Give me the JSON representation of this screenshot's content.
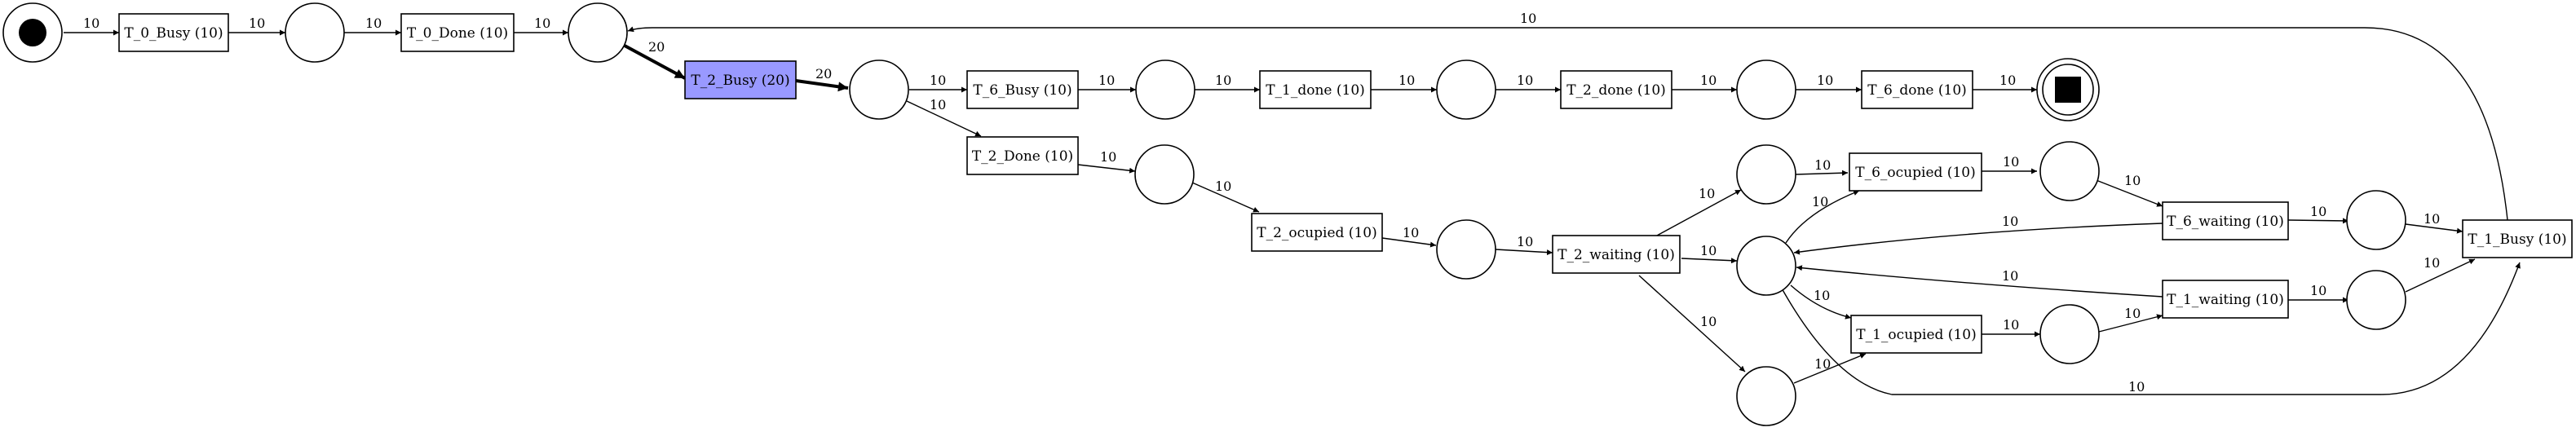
{
  "diagram": {
    "colors": {
      "highlight": "#9999ff",
      "stroke": "#000000",
      "background": "#ffffff"
    },
    "transitions": [
      {
        "id": "t0busy",
        "label": "T_0_Busy (10)"
      },
      {
        "id": "t0done",
        "label": "T_0_Done (10)"
      },
      {
        "id": "t2busy",
        "label": "T_2_Busy (20)",
        "highlight": true
      },
      {
        "id": "t6busy",
        "label": "T_6_Busy (10)"
      },
      {
        "id": "t1done",
        "label": "T_1_done (10)"
      },
      {
        "id": "t2done_s",
        "label": "T_2_done (10)"
      },
      {
        "id": "t6done",
        "label": "T_6_done (10)"
      },
      {
        "id": "t2Done",
        "label": "T_2_Done (10)"
      },
      {
        "id": "t2occ",
        "label": "T_2_ocupied (10)"
      },
      {
        "id": "t2wait",
        "label": "T_2_waiting (10)"
      },
      {
        "id": "t6occ",
        "label": "T_6_ocupied (10)"
      },
      {
        "id": "t1occ",
        "label": "T_1_ocupied (10)"
      },
      {
        "id": "t6wait",
        "label": "T_6_waiting (10)"
      },
      {
        "id": "t1wait",
        "label": "T_1_waiting (10)"
      },
      {
        "id": "t1busy",
        "label": "T_1_Busy (10)"
      }
    ],
    "places": [
      {
        "id": "start",
        "kind": "start"
      },
      {
        "id": "p1"
      },
      {
        "id": "p2"
      },
      {
        "id": "p3"
      },
      {
        "id": "p4"
      },
      {
        "id": "p5"
      },
      {
        "id": "p6"
      },
      {
        "id": "p7"
      },
      {
        "id": "p8"
      },
      {
        "id": "p9"
      },
      {
        "id": "p10"
      },
      {
        "id": "p11"
      },
      {
        "id": "p12"
      },
      {
        "id": "p13"
      },
      {
        "id": "p14"
      },
      {
        "id": "p15"
      },
      {
        "id": "p16"
      },
      {
        "id": "end",
        "kind": "end"
      }
    ],
    "arcs": [
      {
        "from": "start",
        "to": "t0busy",
        "label": "10"
      },
      {
        "from": "t0busy",
        "to": "p1",
        "label": "10"
      },
      {
        "from": "p1",
        "to": "t0done",
        "label": "10"
      },
      {
        "from": "t0done",
        "to": "p2",
        "label": "10"
      },
      {
        "from": "p2",
        "to": "t2busy",
        "label": "20",
        "bold": true
      },
      {
        "from": "t2busy",
        "to": "p3",
        "label": "20",
        "bold": true
      },
      {
        "from": "p3",
        "to": "t6busy",
        "label": "10"
      },
      {
        "from": "t6busy",
        "to": "p4",
        "label": "10"
      },
      {
        "from": "p4",
        "to": "t1done",
        "label": "10"
      },
      {
        "from": "t1done",
        "to": "p5",
        "label": "10"
      },
      {
        "from": "p5",
        "to": "t2done_s",
        "label": "10"
      },
      {
        "from": "t2done_s",
        "to": "p6",
        "label": "10"
      },
      {
        "from": "p6",
        "to": "t6done",
        "label": "10"
      },
      {
        "from": "t6done",
        "to": "end",
        "label": "10"
      },
      {
        "from": "p3",
        "to": "t2Done",
        "label": "10"
      },
      {
        "from": "t2Done",
        "to": "p7",
        "label": "10"
      },
      {
        "from": "p7",
        "to": "t2occ",
        "label": "10"
      },
      {
        "from": "t2occ",
        "to": "p8",
        "label": "10"
      },
      {
        "from": "p8",
        "to": "t2wait",
        "label": "10"
      },
      {
        "from": "t2wait",
        "to": "p9",
        "label": "10"
      },
      {
        "from": "t2wait",
        "to": "p10",
        "label": "10"
      },
      {
        "from": "t2wait",
        "to": "p11",
        "label": "10"
      },
      {
        "from": "p9",
        "to": "t6occ",
        "label": "10"
      },
      {
        "from": "p10",
        "to": "t6occ",
        "label": "10"
      },
      {
        "from": "p10",
        "to": "t1occ",
        "label": "10"
      },
      {
        "from": "p11",
        "to": "t1occ",
        "label": "10"
      },
      {
        "from": "t6occ",
        "to": "p12",
        "label": "10"
      },
      {
        "from": "t1occ",
        "to": "p13",
        "label": "10"
      },
      {
        "from": "p12",
        "to": "t6wait",
        "label": "10"
      },
      {
        "from": "p13",
        "to": "t1wait",
        "label": "10"
      },
      {
        "from": "t6wait",
        "to": "p10",
        "label": "10"
      },
      {
        "from": "t1wait",
        "to": "p10",
        "label": "10"
      },
      {
        "from": "t6wait",
        "to": "p14",
        "label": "10"
      },
      {
        "from": "t1wait",
        "to": "p15",
        "label": "10"
      },
      {
        "from": "p14",
        "to": "t1busy",
        "label": "10"
      },
      {
        "from": "p15",
        "to": "t1busy",
        "label": "10"
      },
      {
        "from": "p10",
        "to": "t1busy",
        "label": "10"
      },
      {
        "from": "t1busy",
        "to": "p2",
        "label": "10"
      }
    ]
  }
}
